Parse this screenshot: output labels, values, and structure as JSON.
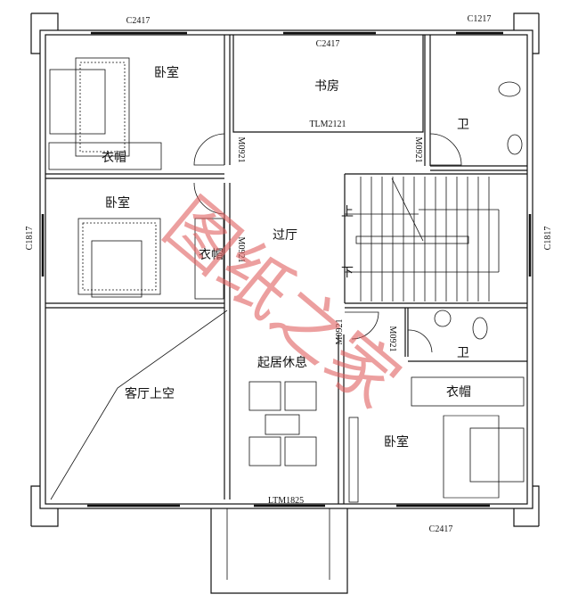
{
  "rooms": {
    "bedroom_nw": "卧室",
    "wardrobe_nw": "衣帽",
    "study": "书房",
    "bath_ne": "卫",
    "bedroom_w": "卧室",
    "wardrobe_w": "衣帽",
    "hall": "过厅",
    "living_void": "客厅上空",
    "lounge": "起居休息",
    "bath_se": "卫",
    "wardrobe_se": "衣帽",
    "bedroom_se": "卧室"
  },
  "stairs": {
    "up": "上",
    "down": "下"
  },
  "codes": {
    "win_top_left": "C2417",
    "win_top_right": "C1217",
    "win_study": "C2417",
    "door_study": "TLM2121",
    "door_nw": "M0921",
    "door_ne": "M0921",
    "door_w": "M0921",
    "win_left": "C1817",
    "win_right": "C1817",
    "door_se1": "M0921",
    "door_se2": "M0921",
    "door_entry": "LTM1825",
    "win_bottom": "C2417"
  },
  "watermark": "图纸之家",
  "colors": {
    "line": "#111111",
    "watermark": "#e06060"
  }
}
